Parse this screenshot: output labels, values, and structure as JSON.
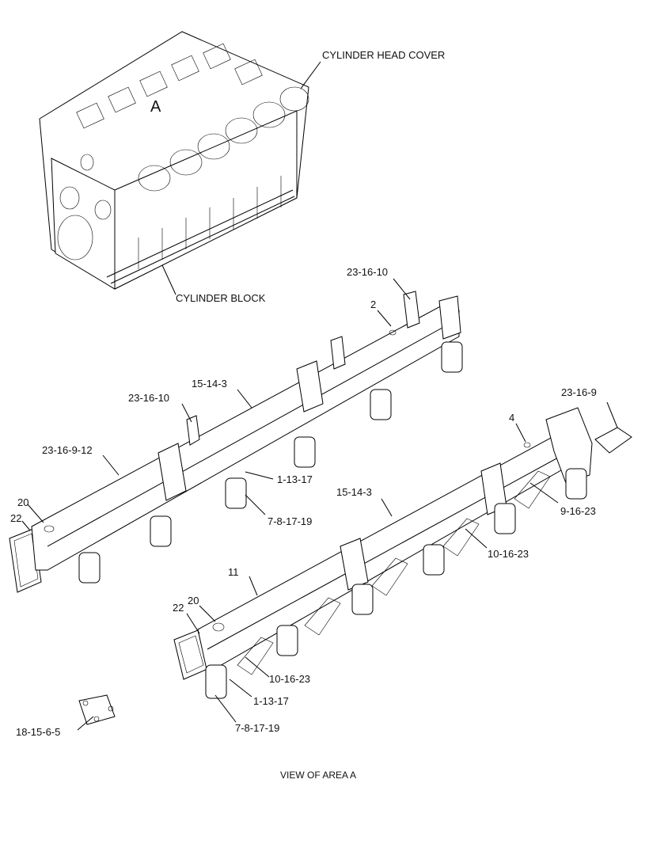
{
  "callouts": {
    "cylinder_head_cover": "CYLINDER HEAD COVER",
    "cylinder_block": "CYLINDER BLOCK",
    "area_a": "A",
    "c_23_16_10_top": "23-16-10",
    "c_2": "2",
    "c_15_14_3_top": "15-14-3",
    "c_23_16_10_left": "23-16-10",
    "c_23_16_9_12": "23-16-9-12",
    "c_1_13_17_top": "1-13-17",
    "c_7_8_17_19_top": "7-8-17-19",
    "c_20_top": "20",
    "c_22_top": "22",
    "c_23_16_9": "23-16-9",
    "c_4": "4",
    "c_15_14_3_lower": "15-14-3",
    "c_9_16_23": "9-16-23",
    "c_10_16_23_right": "10-16-23",
    "c_11": "11",
    "c_20_low": "20",
    "c_22_low": "22",
    "c_10_16_23_low": "10-16-23",
    "c_1_13_17_low": "1-13-17",
    "c_7_8_17_19_low": "7-8-17-19",
    "c_18_15_6_5": "18-15-6-5"
  },
  "footer": {
    "view_caption": "VIEW OF AREA  A"
  }
}
